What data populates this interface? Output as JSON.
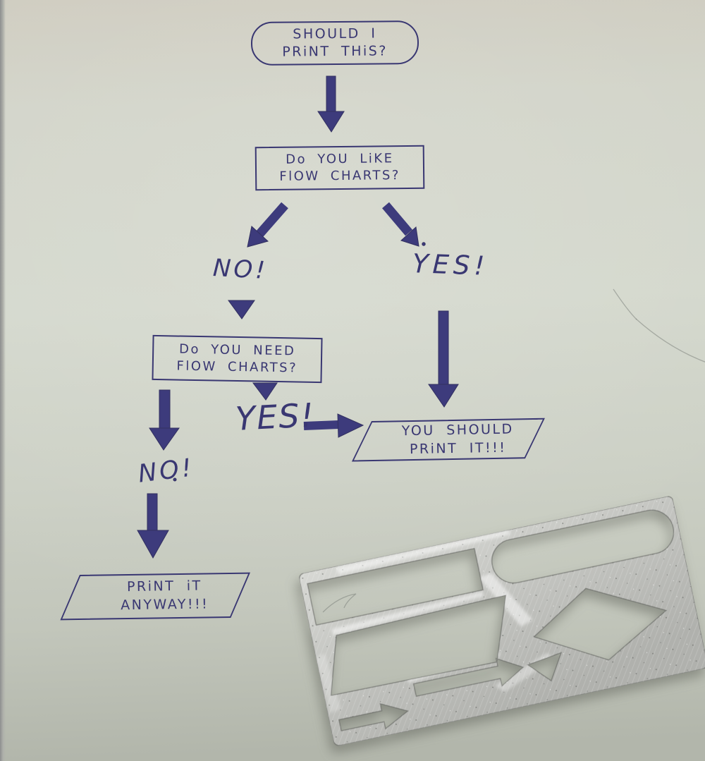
{
  "colors": {
    "paper": "#ced2c7",
    "ink": "#393772",
    "stencil_plastic": "#c4c5c1"
  },
  "flowchart": {
    "nodes": {
      "start": {
        "shape": "terminator",
        "line1": "SHOULD I",
        "line2": "PRiNT THiS?"
      },
      "q_like": {
        "shape": "rectangle",
        "line1": "Do YOU LiKE",
        "line2": "FlOW CHARTS?"
      },
      "label_no_1": "NO!",
      "label_yes_1": "YES!",
      "q_need": {
        "shape": "rectangle",
        "line1": "Do YOU NEED",
        "line2": "FlOW CHARTS?"
      },
      "label_yes_2": "YES!",
      "label_no_2": "NO!",
      "print_it": {
        "shape": "parallelogram",
        "line1": "YOU SHOULD",
        "line2": "PRiNT IT!!!"
      },
      "print_anyway": {
        "shape": "parallelogram",
        "line1": "PRiNT iT",
        "line2": "ANYWAY!!!"
      }
    }
  },
  "stencil": {
    "object": "3D-printed flowchart stencil",
    "cutouts": [
      "rounded-rectangle",
      "rectangle",
      "parallelogram",
      "diamond",
      "triangle",
      "long-arrow",
      "short-arrow"
    ]
  }
}
